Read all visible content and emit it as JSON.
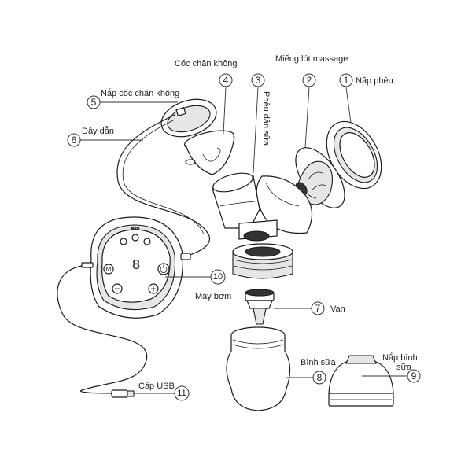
{
  "parts": [
    {
      "number": "1",
      "label": "Nắp phễu"
    },
    {
      "number": "2",
      "label": "Miếng lót massage"
    },
    {
      "number": "3",
      "label": "Phễu dẫn sữa"
    },
    {
      "number": "4",
      "label": "Cốc chân không"
    },
    {
      "number": "5",
      "label": "Nắp cốc chân không"
    },
    {
      "number": "6",
      "label": "Dây dẫn"
    },
    {
      "number": "7",
      "label": "Van"
    },
    {
      "number": "8",
      "label": "Bình sữa"
    },
    {
      "number": "9",
      "label": "Nắp bình sữa"
    },
    {
      "number": "10",
      "label": "Máy bơm"
    },
    {
      "number": "11",
      "label": "Cáp USB"
    }
  ],
  "label_lines": {
    "part9_line1": "Nắp bình",
    "part9_line2": "sữa"
  },
  "pump_panel": {
    "display": "8",
    "mode_button": "M",
    "level_dots": "■■■"
  }
}
